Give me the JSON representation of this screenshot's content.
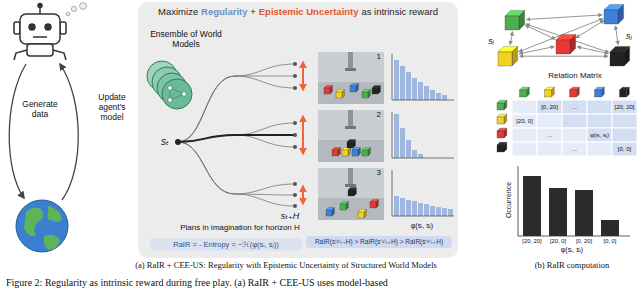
{
  "diagram": {
    "caption": "Figure 2: Regularity as intrinsic reward during free play. (a) RaIR + CEE-US uses model-based",
    "nodes": [
      {
        "text": [
          "Maximize",
          "Regularity",
          "+",
          "Epistemic Uncertainty",
          "as intrinsic reward"
        ]
      },
      {
        "text": [
          "1"
        ],
        "in": 0
      },
      {
        "text": [
          "2"
        ],
        "in": 0
      },
      {
        "text": [
          "3"
        ],
        "in": 0
      },
      {
        "text": [
          "RaIR = - Entropy = −ℋ(φ(sᵢ, sⱼ))"
        ],
        "in": 0
      },
      {
        "text": [
          "RaIR(s⁽²⁾ₜ₊H) > RaIR(s⁽¹⁾ₜ₊H) > RaIR(s⁽³⁾ₜ₊H)"
        ],
        "in": 0
      }
    ],
    "labels": [
      "Generate data",
      "Update agent's model",
      "Ensemble of World Models",
      "sₜ",
      "sₜ₊H",
      "Plans in imagination for horizon H",
      "φ(sᵢ, sⱼ)",
      "sᵢ",
      "sⱼ",
      "Relation Matrix",
      "[0, 20]",
      "...",
      "[20, 20]",
      "[20, 0]",
      "...",
      "φ(sᵢ, sⱼ)",
      "...",
      "[0, 0]",
      "Occurrence",
      "[20, 20]",
      "[20, 0]",
      "[0, 20]",
      "[0, 0]",
      "φ(sᵢ, sⱼ)",
      "(a) RaIR + CEE-US: Regularity with Epistemic Uncertainty of Structured World Models",
      "(b) RaIR computation"
    ]
  }
}
